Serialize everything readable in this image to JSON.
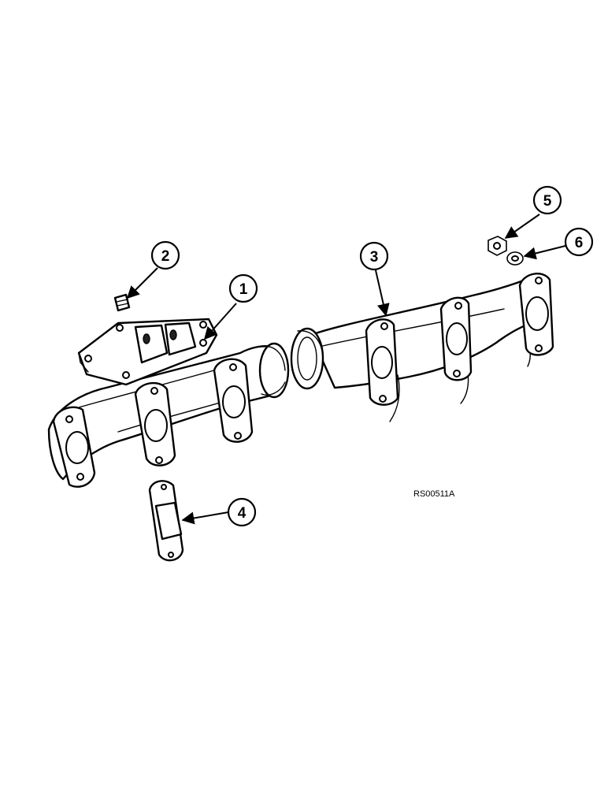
{
  "diagram": {
    "reference_code": "RS00511A",
    "callouts": [
      {
        "id": "callout-1",
        "label": "1"
      },
      {
        "id": "callout-2",
        "label": "2"
      },
      {
        "id": "callout-3",
        "label": "3"
      },
      {
        "id": "callout-4",
        "label": "4"
      },
      {
        "id": "callout-5",
        "label": "5"
      },
      {
        "id": "callout-6",
        "label": "6"
      }
    ]
  }
}
